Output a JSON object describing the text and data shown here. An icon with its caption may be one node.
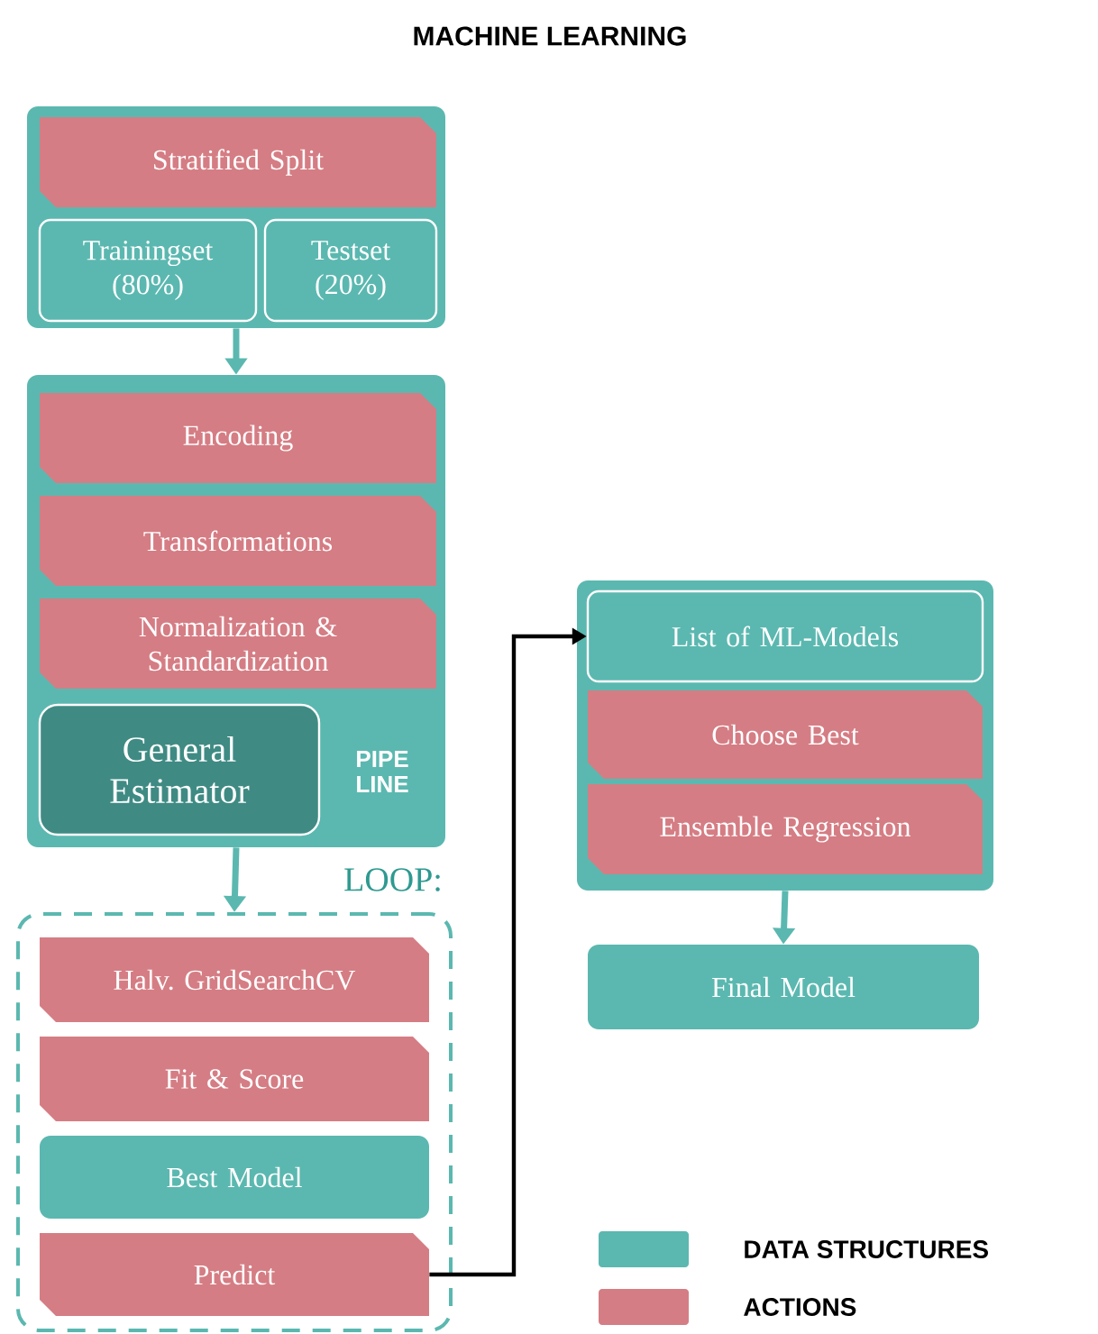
{
  "diagram": {
    "title": "MACHINE LEARNING",
    "nodes": [
      {
        "text": [],
        "shape": "box"
      },
      {
        "text": [
          "Stratified Split"
        ],
        "in": 0
      },
      {
        "text": [
          "Trainingset (80%)"
        ],
        "in": 0
      },
      {
        "text": [
          "Testset (20%)"
        ],
        "in": 0
      },
      {
        "text": [
          "PIPE LINE"
        ]
      },
      {
        "text": [
          "Encoding"
        ],
        "in": 4
      },
      {
        "text": [
          "Transformations"
        ],
        "in": 4
      },
      {
        "text": [
          "Normalization & Standardization"
        ],
        "in": 4
      },
      {
        "text": [
          "General Estimator"
        ],
        "in": 4
      },
      {
        "text": [
          "LOOP:"
        ]
      },
      {
        "text": [
          "Halv. GridSearchCV"
        ],
        "in": 9
      },
      {
        "text": [
          "Fit & Score"
        ],
        "in": 9
      },
      {
        "text": [
          "Best Model"
        ],
        "in": 9
      },
      {
        "text": [
          "Predict"
        ],
        "in": 9
      },
      {
        "text": [],
        "shape": "box"
      },
      {
        "text": [
          "List of ML-Models"
        ],
        "in": 14
      },
      {
        "text": [
          "Choose Best"
        ],
        "in": 14
      },
      {
        "text": [
          "Ensemble Regression"
        ],
        "in": 14
      },
      {
        "text": [
          "Final Model"
        ]
      }
    ],
    "edges": [
      {
        "from": 0,
        "to": 4,
        "arrow": "to"
      },
      {
        "from": 4,
        "to": 9,
        "arrow": "to"
      },
      {
        "from": 13,
        "to": 15,
        "arrow": "to",
        "color": "#000000"
      },
      {
        "from": 14,
        "to": 18,
        "arrow": "to"
      }
    ],
    "legend": [
      {
        "text": "DATA STRUCTURES",
        "color": "#5bb8b0"
      },
      {
        "text": "ACTIONS",
        "color": "#d57d84"
      }
    ]
  }
}
